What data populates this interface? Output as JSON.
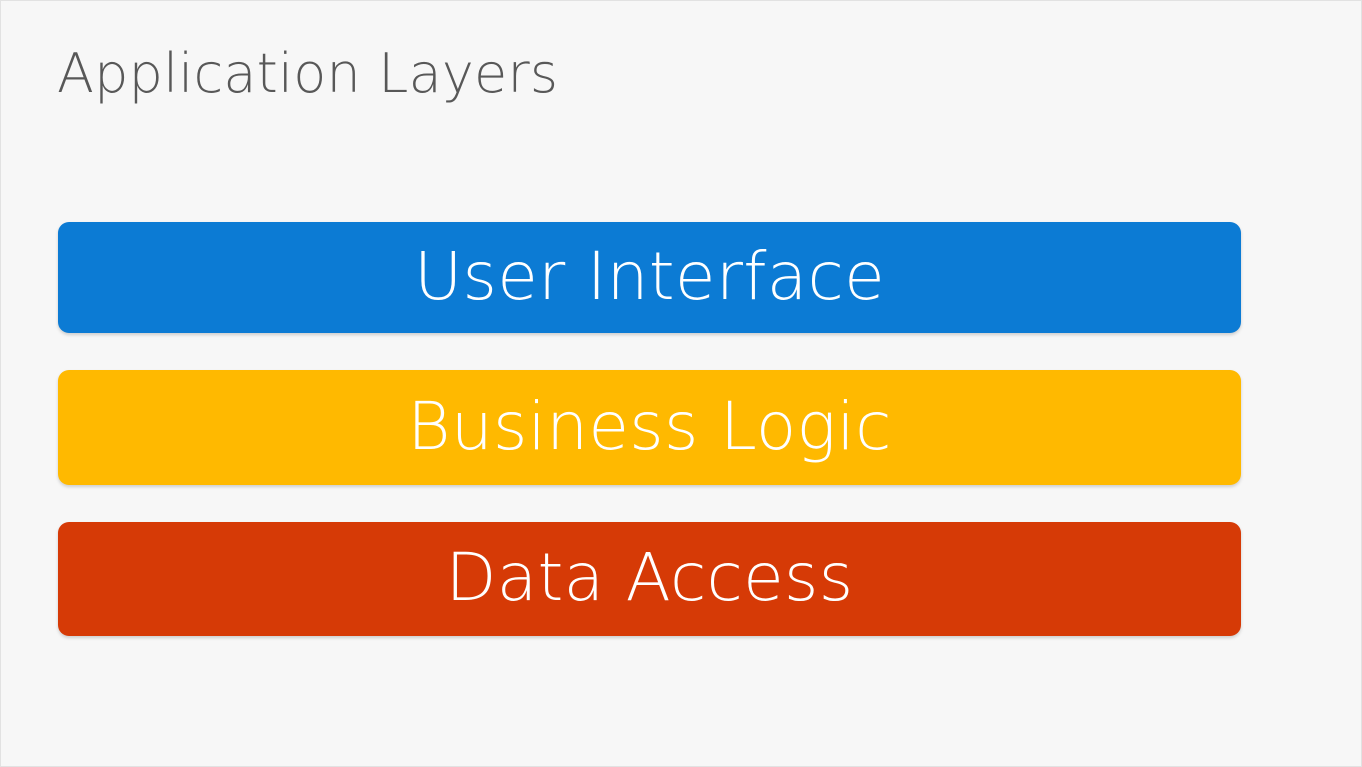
{
  "page": {
    "background_color": "#f7f7f7",
    "border_color": "#e2e2e2"
  },
  "title": {
    "text": "Application Layers",
    "color": "#585858"
  },
  "diagram": {
    "type": "layered-stack",
    "orientation": "vertical",
    "layers": [
      {
        "label": "User Interface",
        "color": "#0c7bd4",
        "text_color": "#ffffff",
        "order": 1
      },
      {
        "label": "Business Logic",
        "color": "#ffb900",
        "text_color": "#ffffff",
        "order": 2
      },
      {
        "label": "Data Access",
        "color": "#d63a06",
        "text_color": "#ffffff",
        "order": 3
      }
    ]
  }
}
